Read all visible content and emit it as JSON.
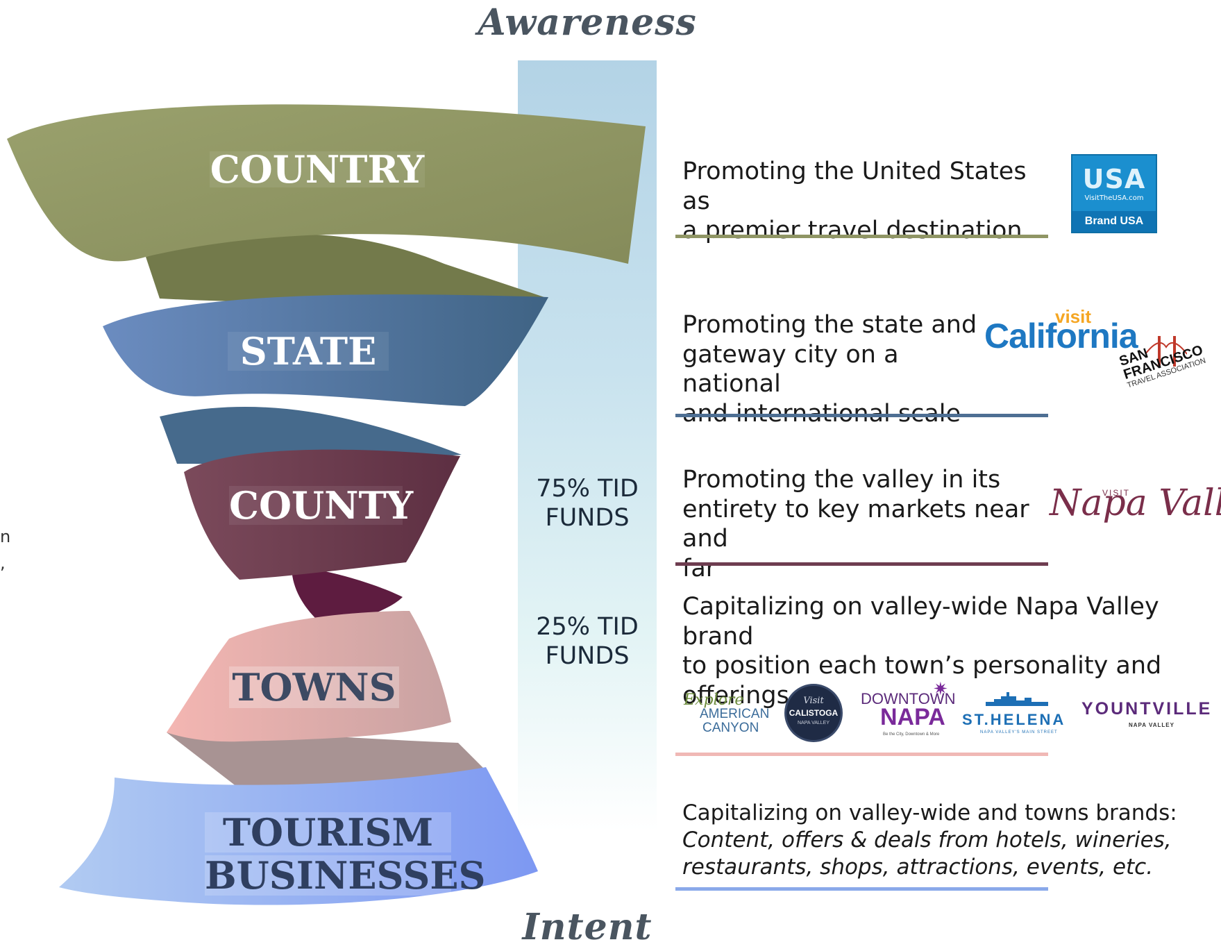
{
  "axis": {
    "top_label": "Awareness",
    "bottom_label": "Intent"
  },
  "tiers": [
    {
      "label": "COUNTRY",
      "color": "#8f9564",
      "description_lines": [
        "Promoting the United States as",
        "a premier travel destination"
      ],
      "rule_color": "#8f9564"
    },
    {
      "label": "STATE",
      "color": "#52749f",
      "description_lines": [
        "Promoting the state and",
        "gateway city on a national",
        "and international scale"
      ],
      "rule_color": "#4e6f93"
    },
    {
      "label": "COUNTY",
      "color": "#6e3d50",
      "description_lines": [
        "Promoting the valley in its",
        "entirety to key markets near and",
        "far"
      ],
      "rule_color": "#6e3d50"
    },
    {
      "label": "TOWNS",
      "color": "#e8b3b0",
      "description_lines": [
        "Capitalizing on valley-wide Napa Valley brand",
        "to position each town’s personality and",
        "offerings"
      ],
      "rule_color": "#f0b8b5"
    },
    {
      "label_line1": "TOURISM",
      "label_line2": "BUSINESSES",
      "color": "#8aa9ea",
      "description_line1": "Capitalizing on valley-wide and towns brands:",
      "description_italic_lines": [
        "Content, offers & deals from hotels, wineries,",
        "restaurants, shops, attractions, events, etc."
      ],
      "rule_color": "#8aa9ea"
    }
  ],
  "funding": {
    "county_share": "75% TID",
    "county_share_unit": "FUNDS",
    "towns_share": "25% TID",
    "towns_share_unit": "FUNDS"
  },
  "logos": {
    "brand_usa": {
      "mark": "USA",
      "site": "VisitTheUSA.com",
      "name": "Brand USA"
    },
    "visit_california": {
      "visit": "visit",
      "word": "California"
    },
    "sf_travel": {
      "line1": "SAN",
      "line2": "FRANCISCO",
      "line3": "TRAVEL ASSOCIATION"
    },
    "visit_napa_valley": {
      "visit": "VISIT",
      "word": "Napa Valley"
    },
    "american_canyon": {
      "line1": "Explore",
      "line2": "AMERICAN",
      "line3": "CANYON"
    },
    "calistoga": {
      "line1": "Visit",
      "line2": "CALISTOGA",
      "line3": "NAPA VALLEY"
    },
    "downtown_napa": {
      "line1": "DOWNTOWN",
      "line2": "NAPA",
      "line3": "Be the City, Downtown & More"
    },
    "st_helena": {
      "line1": "ST.HELENA",
      "line2": "NAPA VALLEY'S MAIN STREET"
    },
    "yountville": {
      "line1": "YOUNTVILLE",
      "line2": "NAPA VALLEY"
    }
  },
  "edge_fragment": {
    "line1": "n",
    "line2": ","
  }
}
